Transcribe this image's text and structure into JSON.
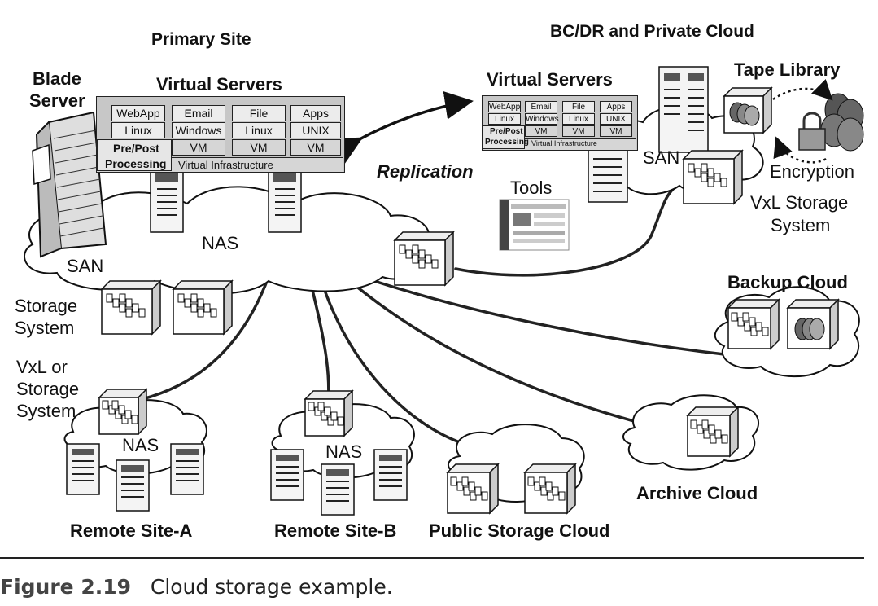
{
  "primary": {
    "title": "Primary Site",
    "blade_server": [
      "Blade",
      "Server"
    ],
    "virtual_servers": {
      "title": "Virtual Servers",
      "stacks": [
        [
          "WebApp",
          "Linux"
        ],
        [
          "Email",
          "Windows",
          "VM"
        ],
        [
          "File",
          "Linux",
          "VM"
        ],
        [
          "Apps",
          "UNIX",
          "VM"
        ]
      ],
      "prepost": [
        "Pre/Post",
        "Processing"
      ],
      "infra": "Virtual Infrastructure"
    },
    "nas": "NAS",
    "san": "SAN",
    "storage_system": [
      "Storage",
      "System"
    ],
    "vxl_storage": [
      "VxL or",
      "Storage",
      "System"
    ]
  },
  "bcdr": {
    "title": "BC/DR and Private Cloud",
    "virtual_servers": {
      "title": "Virtual Servers",
      "stacks": [
        [
          "WebApp",
          "Linux"
        ],
        [
          "Email",
          "Windows",
          "VM"
        ],
        [
          "File",
          "Linux",
          "VM"
        ],
        [
          "Apps",
          "UNIX",
          "VM"
        ]
      ],
      "prepost": [
        "Pre/Post",
        "Processing"
      ],
      "infra": "Virtual Infrastructure"
    },
    "tape_library": "Tape Library",
    "encryption": "Encryption",
    "san": "SAN",
    "vxl": [
      "VxL Storage",
      "System"
    ]
  },
  "replication": "Replication",
  "tools": "Tools",
  "backup_cloud": "Backup Cloud",
  "archive_cloud": "Archive Cloud",
  "public_cloud": "Public Storage Cloud",
  "remote_a": {
    "label": "Remote Site-A",
    "nas": "NAS"
  },
  "remote_b": {
    "label": "Remote Site-B",
    "nas": "NAS"
  },
  "caption": {
    "number": "Figure 2.19",
    "text": "Cloud storage example."
  }
}
